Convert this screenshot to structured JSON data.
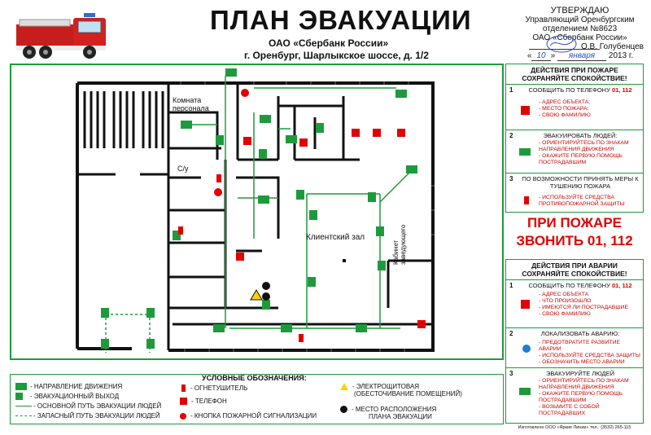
{
  "header": {
    "title": "ПЛАН ЭВАКУАЦИИ",
    "org": "ОАО «Сбербанк России»",
    "address": "г. Оренбург, Шарлыкское шоссе, д. 1/2"
  },
  "approval": {
    "approve": "УТВЕРЖДАЮ",
    "position_line1": "Управляющий Оренбургским",
    "position_line2": "отделением №8623",
    "org": "ОАО «Сбербанк России»",
    "name": "О.В. Голубенцев",
    "date_day": "10",
    "date_month": "января",
    "date_year": "2013 г."
  },
  "plan": {
    "room_staff": "Комната персонала",
    "room_wc": "С/у",
    "room_client_hall": "Клиентский зал",
    "room_manager": "Кабинет заведующего"
  },
  "fire_panel": {
    "title_line1": "ДЕЙСТВИЯ ПРИ ПОЖАРЕ",
    "title_line2": "СОХРАНЯЙТЕ СПОКОЙСТВИЕ!",
    "steps": [
      {
        "num": "1",
        "text": "СООБЩИТЬ ПО ТЕЛЕФОНУ",
        "phone": "01, 112",
        "bullets": [
          "- АДРЕС ОБЪЕКТА;",
          "- МЕСТО ПОЖАРА;",
          "- СВОЮ ФАМИЛИЮ"
        ]
      },
      {
        "num": "2",
        "text": "ЭВАКУИРОВАТЬ ЛЮДЕЙ:",
        "bullets": [
          "- ОРИЕНТИРУЙТЕСЬ ПО ЗНАКАМ",
          "НАПРАВЛЕНИЯ ДВИЖЕНИЯ",
          "- ОКАЖИТЕ ПЕРВУЮ ПОМОЩЬ",
          "ПОСТРАДАВШИМ"
        ]
      },
      {
        "num": "3",
        "text": "ПО ВОЗМОЖНОСТИ ПРИНЯТЬ МЕРЫ К ТУШЕНИЮ ПОЖАРА",
        "bullets": [
          "- ИСПОЛЬЗУЙТЕ СРЕДСТВА",
          "ПРОТИВОПОЖАРНОЙ ЗАЩИТЫ"
        ]
      }
    ]
  },
  "fire_call": {
    "line1": "ПРИ ПОЖАРЕ",
    "line2": "ЗВОНИТЬ 01, 112"
  },
  "accident_panel": {
    "title_line1": "ДЕЙСТВИЯ ПРИ АВАРИИ",
    "title_line2": "СОХРАНЯЙТЕ СПОКОЙСТВИЕ!",
    "steps": [
      {
        "num": "1",
        "text": "СООБЩИТЬ ПО ТЕЛЕФОНУ",
        "phone": "01, 112",
        "bullets": [
          "- АДРЕС ОБЪЕКТА",
          "- ЧТО ПРОИЗОШЛО",
          "- ИМЕЮТСЯ ЛИ ПОСТРАДАВШИЕ",
          "- СВОЮ ФАМИЛИЮ"
        ]
      },
      {
        "num": "2",
        "text": "ЛОКАЛИЗОВАТЬ АВАРИЮ:",
        "bullets": [
          "- ПРЕДОТВРАТИТЕ РАЗВИТИЕ АВАРИИ",
          "- ИСПОЛЬЗУЙТЕ СРЕДСТВА ЗАЩИТЫ",
          "- ОБОЗНАЧИТЬ МЕСТО АВАРИИ"
        ]
      },
      {
        "num": "3",
        "text": "ЭВАКУИРУЙТЕ ЛЮДЕЙ",
        "bullets": [
          "- ОРИЕНТИРУЙТЕСЬ ПО ЗНАКАМ",
          "НАПРАВЛЕНИЯ ДВИЖЕНИЯ",
          "- ОКАЖИТЕ ПЕРВУЮ ПОМОЩЬ",
          "ПОСТРАДАВШИМ",
          "- ВОЗЬМИТЕ С СОБОЙ ПОСТРАДАВШИХ"
        ]
      }
    ]
  },
  "legend": {
    "title": "УСЛОВНЫЕ ОБОЗНАЧЕНИЯ:",
    "items": {
      "direction": "- НАПРАВЛЕНИЕ ДВИЖЕНИЯ",
      "exit": "- ЭВАКУАЦИОННЫЙ ВЫХОД",
      "main_path": "- ОСНОВНОЙ ПУТЬ ЭВАКУАЦИИ ЛЮДЕЙ",
      "reserve_path": "- ЗАПАСНЫЙ ПУТЬ ЭВАКУАЦИИ ЛЮДЕЙ",
      "extinguisher": "- ОГНЕТУШИТЕЛЬ",
      "phone": "- ТЕЛЕФОН",
      "alarm_button": "- КНОПКА ПОЖАРНОЙ СИГНАЛИЗАЦИИ",
      "switchboard_line1": "- ЭЛЕКТРОЩИТОВАЯ",
      "switchboard_line2": "(ОБЕСТОЧИВАНИЕ ПОМЕЩЕНИЙ)",
      "location_line1": "- МЕСТО РАСПОЛОЖЕНИЯ",
      "location_line2": "ПЛАНА ЭВАКУАЦИИ"
    }
  },
  "credit": "Изготовлено ООО «Яркие Линии» тел.: (3532) 265-115",
  "colors": {
    "evac_green": "#1e9a3c",
    "fire_red": "#e30000",
    "wall": "#111111"
  }
}
